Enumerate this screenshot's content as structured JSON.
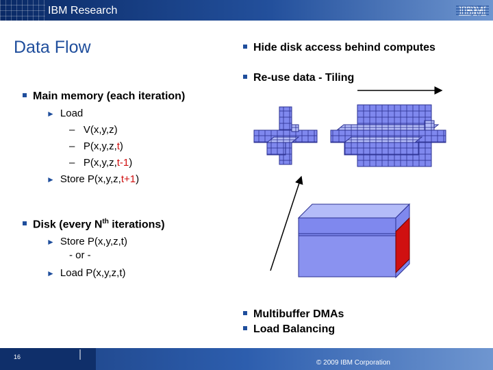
{
  "header": {
    "title": "IBM Research",
    "logo": "IBM"
  },
  "slide": {
    "title": "Data Flow",
    "right_bullets": [
      "Hide disk access behind computes",
      "Re-use data - Tiling"
    ],
    "main_memory": {
      "heading": "Main memory (each iteration)",
      "load_label": "Load",
      "load_items": [
        {
          "base": "V(x,y,z)",
          "accent": "",
          "tail": ""
        },
        {
          "base": "P(x,y,z,",
          "accent": "t",
          "tail": ")"
        },
        {
          "base": "P(x,y,z,",
          "accent": "t-1",
          "tail": ")"
        }
      ],
      "store": {
        "base": "Store P(x,y,z,",
        "accent": "t+1",
        "tail": ")"
      }
    },
    "disk": {
      "heading_prefix": "Disk (every N",
      "heading_sup": "th",
      "heading_suffix": " iterations)",
      "store": "Store P(x,y,z,t)",
      "or": "- or -",
      "load": "Load P(x,y,z,t)"
    },
    "bottom_bullets": [
      "Multibuffer DMAs",
      "Load Balancing"
    ]
  },
  "footer": {
    "page": "16",
    "copyright": "© 2009 IBM Corporation"
  },
  "colors": {
    "accent_blue": "#1f4e9c",
    "highlight_red": "#d01010",
    "cube_blue": "#7f88ee"
  }
}
